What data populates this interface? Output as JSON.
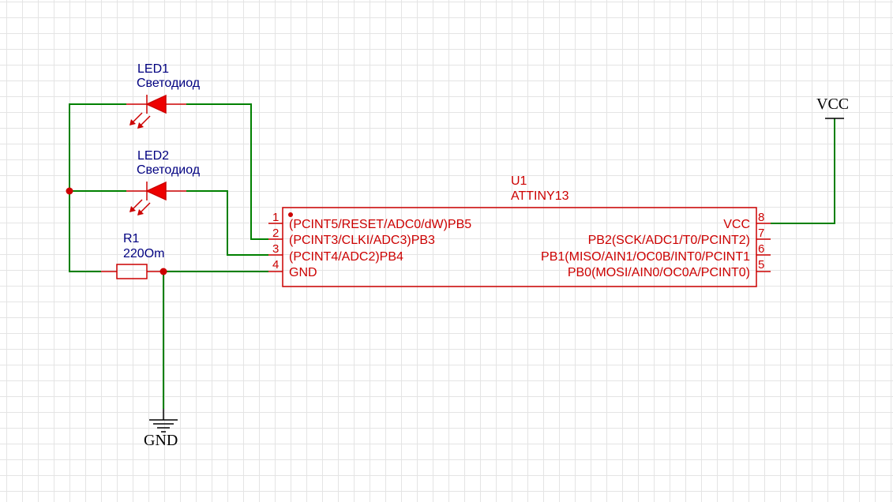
{
  "components": {
    "led1": {
      "designator": "LED1",
      "value": "Светодиод"
    },
    "led2": {
      "designator": "LED2",
      "value": "Светодиод"
    },
    "r1": {
      "designator": "R1",
      "value": "220Om"
    },
    "u1": {
      "designator": "U1",
      "value": "ATTINY13",
      "pins_left": [
        {
          "num": "1",
          "name": "(PCINT5/RESET/ADC0/dW)PB5"
        },
        {
          "num": "2",
          "name": "(PCINT3/CLKI/ADC3)PB3"
        },
        {
          "num": "3",
          "name": "(PCINT4/ADC2)PB4"
        },
        {
          "num": "4",
          "name": "GND"
        }
      ],
      "pins_right": [
        {
          "num": "8",
          "name": "VCC"
        },
        {
          "num": "7",
          "name": "PB2(SCK/ADC1/T0/PCINT2)"
        },
        {
          "num": "6",
          "name": "PB1(MISO/AIN1/OC0B/INT0/PCINT1"
        },
        {
          "num": "5",
          "name": "PB0(MOSI/AIN0/OC0A/PCINT0)"
        }
      ]
    }
  },
  "power": {
    "vcc": "VCC",
    "gnd": "GND"
  },
  "colors": {
    "wire": "#008000",
    "component": "#cc0000",
    "label": "#000080",
    "grid": "#e4e4e4"
  }
}
